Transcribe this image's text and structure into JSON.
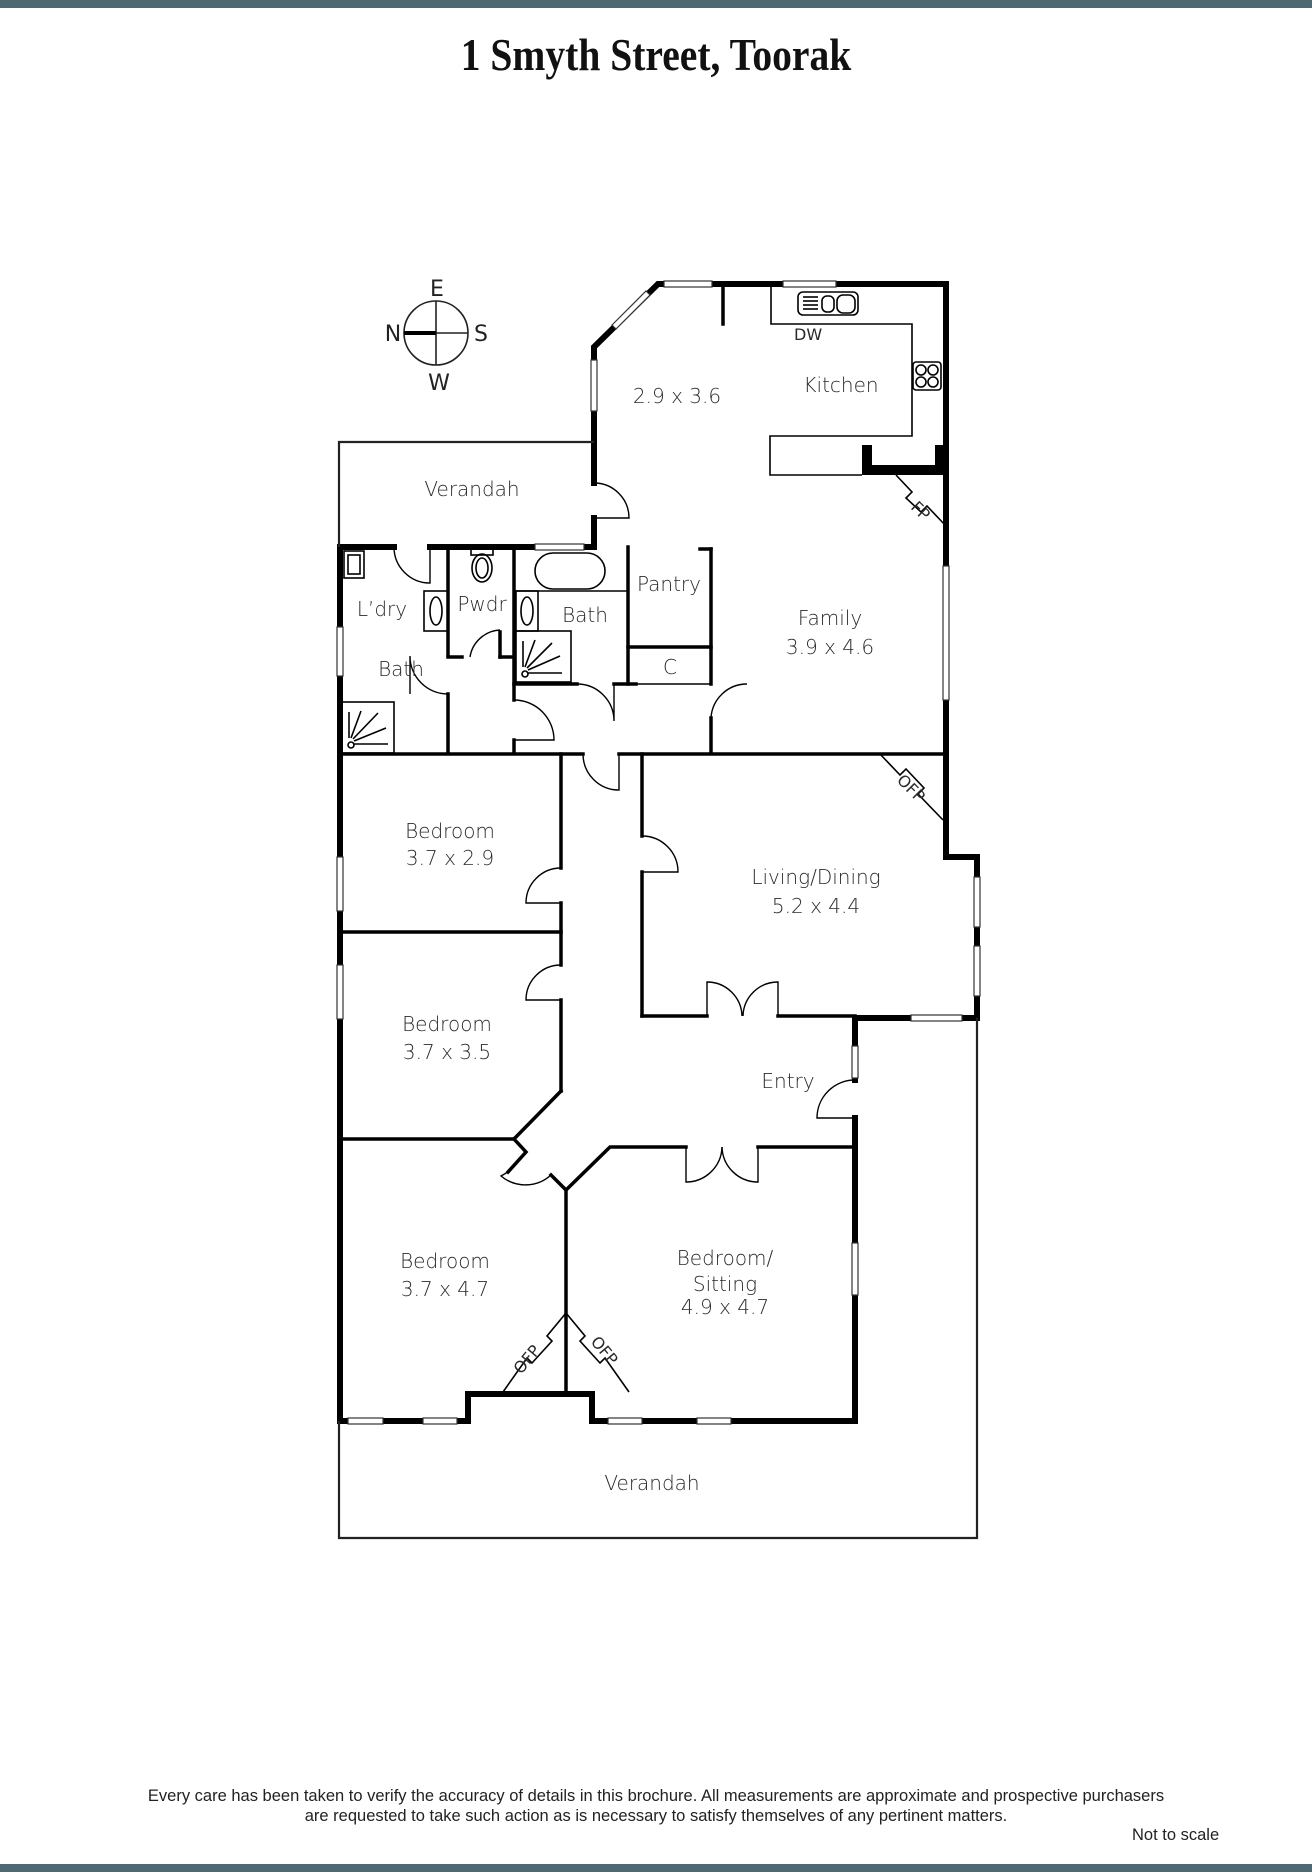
{
  "page": {
    "title": "1 Smyth Street, Toorak",
    "accent_bar_color": "#4e6971"
  },
  "compass": {
    "top": "E",
    "left": "N",
    "right": "S",
    "bottom": "W"
  },
  "rooms": {
    "meals": {
      "dims": "2.9 x 3.6"
    },
    "kitchen": {
      "name": "Kitchen",
      "appliance_dw": "DW",
      "fireplace": "FP"
    },
    "verandah_rear": {
      "name": "Verandah"
    },
    "laundry": {
      "name": "L’dry"
    },
    "powder": {
      "name": "Pwdr"
    },
    "bath_main": {
      "name": "Bath"
    },
    "bath_laundry": {
      "name": "Bath"
    },
    "pantry": {
      "name": "Pantry"
    },
    "cupboard": {
      "name": "C"
    },
    "family": {
      "name": "Family",
      "dims": "3.9 x 4.6"
    },
    "bedroom_1": {
      "name": "Bedroom",
      "dims": "3.7 x 2.9"
    },
    "bedroom_2": {
      "name": "Bedroom",
      "dims": "3.7 x 3.5"
    },
    "bedroom_3": {
      "name": "Bedroom",
      "dims": "3.7 x 4.7",
      "fireplace": "OFP"
    },
    "living_dining": {
      "name": "Living/Dining",
      "dims": "5.2 x 4.4",
      "fireplace": "OFP"
    },
    "entry": {
      "name": "Entry"
    },
    "bedroom_sitting": {
      "name_line1": "Bedroom/",
      "name_line2": "Sitting",
      "dims": "4.9 x 4.7",
      "fireplace": "OFP"
    },
    "verandah_front": {
      "name": "Verandah"
    }
  },
  "footer": {
    "disclaimer_line1": "Every care has been taken to verify the accuracy of details in this brochure.  All measurements are approximate and prospective purchasers",
    "disclaimer_line2": "are requested to take such action as is necessary to satisfy themselves of any pertinent matters.",
    "scale_note": "Not to scale"
  }
}
